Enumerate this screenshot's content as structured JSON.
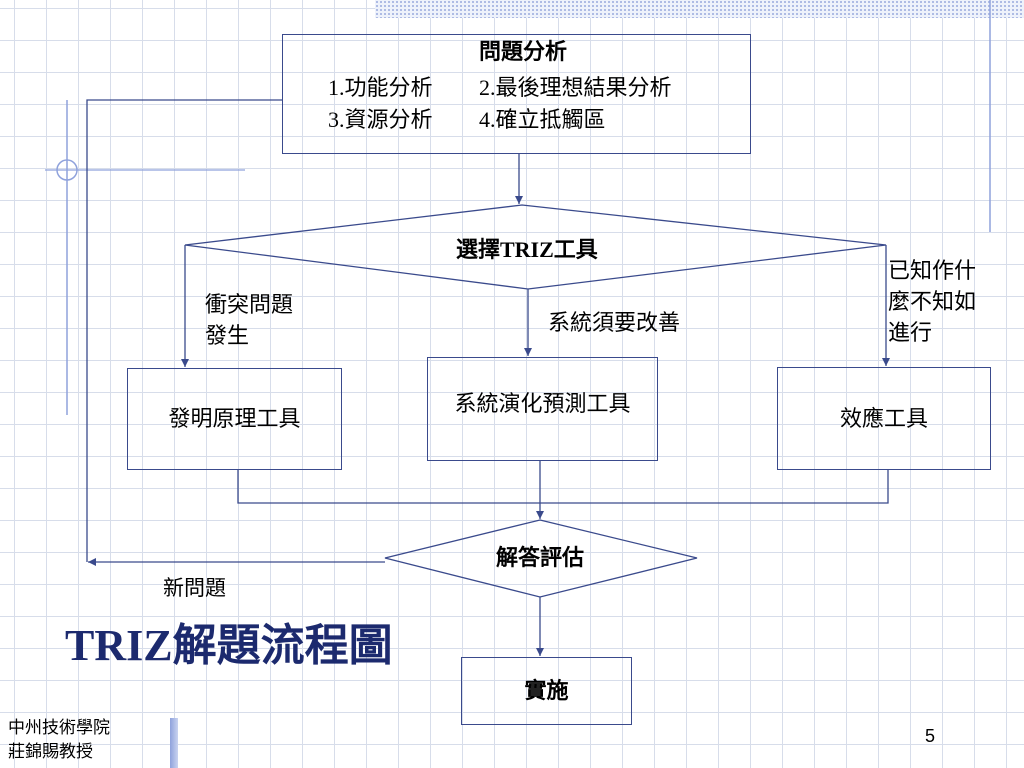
{
  "slide": {
    "title": "TRIZ解題流程圖",
    "page_number": "5",
    "footer": {
      "line1": "中州技術學院",
      "line2": "莊錦賜教授"
    }
  },
  "flow": {
    "analysis": {
      "heading": "問題分析",
      "item1": "1.功能分析",
      "item2": "2.最後理想結果分析",
      "item3": "3.資源分析",
      "item4": "4.確立抵觸區"
    },
    "select_tool": "選擇TRIZ工具",
    "tools": {
      "invention": "發明原理工具",
      "evolution": "系統演化預測工具",
      "effects": "效應工具"
    },
    "branch_labels": {
      "conflict_line1": "衝突問題",
      "conflict_line2": "發生",
      "improve": "系統須要改善",
      "known_line1": "已知作什",
      "known_line2": "麼不知如",
      "known_line3": "進行"
    },
    "evaluate": "解答評估",
    "new_problem": "新問題",
    "implement": "實施"
  },
  "colors": {
    "flow_line": "#3a4a8c",
    "title": "#1c2a6e",
    "template_accent": "#8fa2dc"
  }
}
